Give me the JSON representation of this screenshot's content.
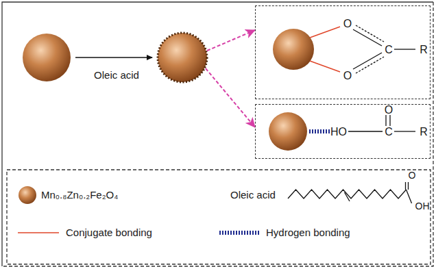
{
  "diagram": {
    "nodes": [
      {
        "text": [
          "O",
          "O",
          "C",
          "R"
        ]
      },
      {
        "text": [
          "O",
          "HO",
          "C",
          "R"
        ]
      }
    ],
    "labels": [
      "Oleic acid",
      "O",
      "OH"
    ],
    "legend": [
      {
        "text": "Mn₀.₈Zn₀.₂Fe₂O₄"
      },
      {
        "text": "Oleic acid"
      },
      {
        "text": "Conjugate bonding"
      },
      {
        "text": "Hydrogen bonding"
      }
    ]
  }
}
